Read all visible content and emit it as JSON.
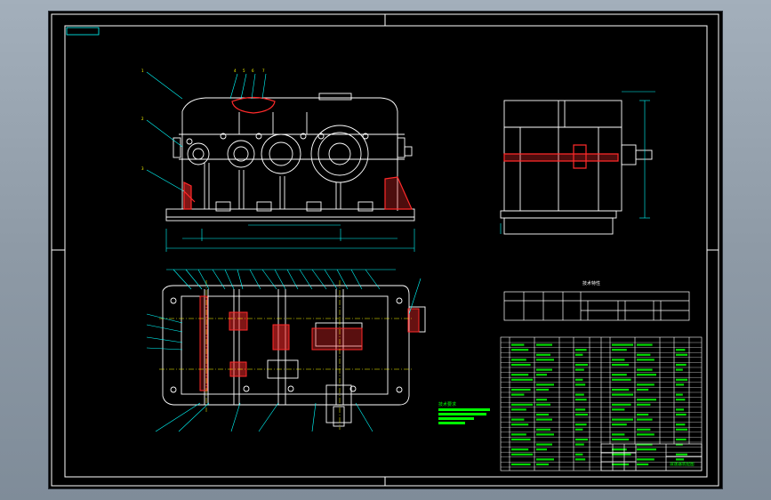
{
  "colors": {
    "background": "#000000",
    "outline": "#ffffff",
    "dimension": "#00ffff",
    "callout": "#00ffff",
    "section": "#ff2a2a",
    "centerline": "#ffff00",
    "annotation": "#00ff00",
    "frame": "#ffffff"
  },
  "title_block": {
    "drawing_title": "减速器装配图"
  },
  "tech_table": {
    "caption": "技术特性"
  },
  "notes": {
    "title": "技术要求"
  }
}
